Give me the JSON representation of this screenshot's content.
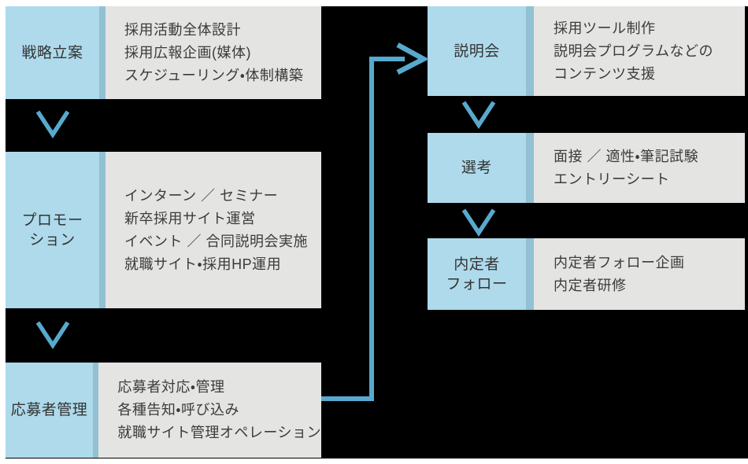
{
  "diagram": {
    "left_column": {
      "steps": [
        {
          "label": "戦略立案",
          "label_lines": [
            "戦略立案"
          ],
          "details": [
            "採用活動全体設計",
            "採用広報企画(媒体)",
            "スケジューリング・体制構築"
          ]
        },
        {
          "label": "プロモーション",
          "label_lines": [
            "プロモー",
            "ション"
          ],
          "details": [
            "インターン ／ セミナー",
            "新卒採用サイト運営",
            "イベント ／ 合同説明会実施",
            "就職サイト・採用HP運用"
          ]
        },
        {
          "label": "応募者管理",
          "label_lines": [
            "応募者管理"
          ],
          "details": [
            "応募者対応・管理",
            "各種告知・呼び込み",
            "就職サイト管理オペレーション"
          ]
        }
      ]
    },
    "right_column": {
      "steps": [
        {
          "label": "説明会",
          "label_lines": [
            "説明会"
          ],
          "details": [
            "採用ツール制作",
            "説明会プログラムなどの",
            "コンテンツ支援"
          ]
        },
        {
          "label": "選考",
          "label_lines": [
            "選考"
          ],
          "details": [
            "面接 ／ 適性・筆記試験",
            "エントリーシート"
          ]
        },
        {
          "label": "内定者フォロー",
          "label_lines": [
            "内定者",
            "フォロー"
          ],
          "details": [
            "内定者フォロー企画",
            "内定者研修"
          ]
        }
      ]
    },
    "connector": {
      "from": "応募者管理",
      "to": "説明会"
    },
    "colors": {
      "label_bg": "#AEDAEB",
      "label_edge_strip": "#92C1D3",
      "details_bg": "#E4E4E2",
      "arrow_blue": "#58A9CE",
      "background": "#000000",
      "page_margin": "#FFFFFF",
      "text": "#333333"
    }
  }
}
